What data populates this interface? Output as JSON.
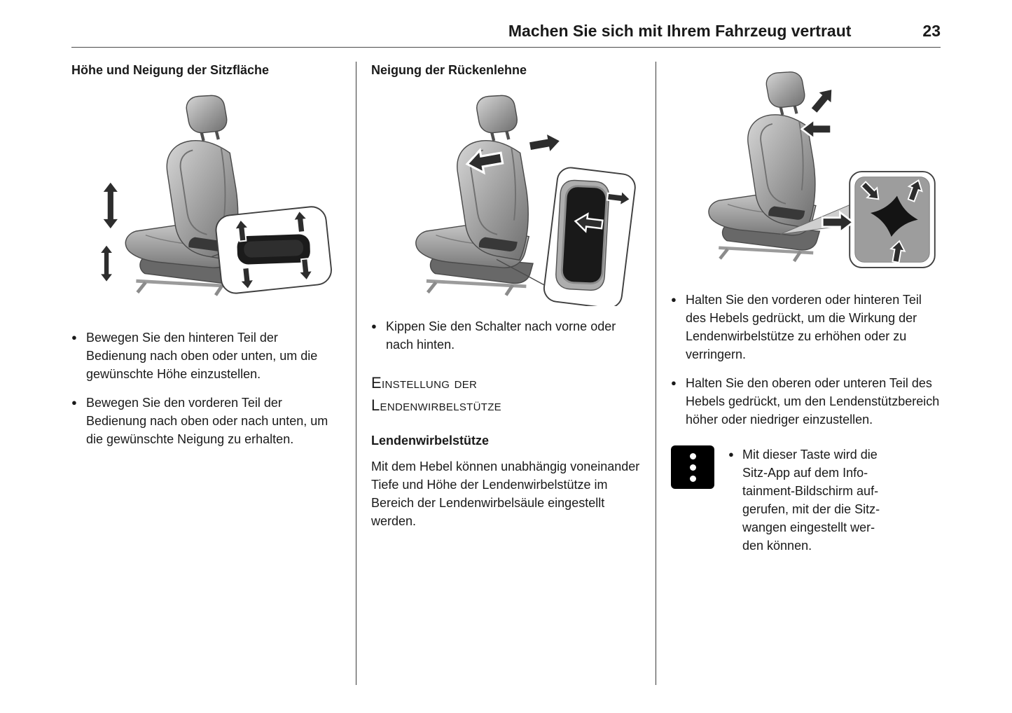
{
  "glyphs": {
    "bullet": "●"
  },
  "colors": {
    "text": "#1a1a1a",
    "divider": "#3a3a3a",
    "app_button_bg": "#000000",
    "app_button_dots": "#ffffff"
  },
  "header": {
    "title": "Machen Sie sich mit Ihrem Fahrzeug vertraut",
    "page_number": "23"
  },
  "col1": {
    "heading": "Höhe und Neigung der Sitzfläche",
    "figure": "seat-side-view-with-height-tilt-arrows-and-control-callout",
    "bullets": [
      "Bewegen Sie den hinteren Teil der Bedienung nach oben oder unten, um die gewünschte Höhe einzustellen.",
      "Bewegen Sie den vorderen Teil der Bedienung nach oben oder nach unten, um die gewünschte Neigung zu erhalten."
    ]
  },
  "col2": {
    "heading": "Neigung der Rückenlehne",
    "figure": "seat-side-view-with-backrest-tilt-arrows-and-panel-callout",
    "bullets": [
      "Kippen Sie den Schalter nach vorne oder nach hinten."
    ],
    "section_heading_line1": "Einstellung der",
    "section_heading_line2": "Lendenwirbelstütze",
    "subheading": "Lendenwirbelstütze",
    "paragraph": "Mit dem Hebel können unabhängig voneinander Tiefe und Höhe der Lendenwirbelstütze im Bereich der Lendenwirbelsäule eingestellt werden."
  },
  "col3": {
    "figure": "seat-side-view-with-lumbar-arrows-and-four-way-control-callout",
    "bullets": [
      "Halten Sie den vorderen oder hinteren Teil des Hebels gedrückt, um die Wirkung der Lendenwirbelstütze zu erhöhen oder zu verringern.",
      "Halten Sie den oberen oder unteren Teil des Hebels gedrückt, um den Lendenstützbereich höher oder niedriger einzustellen."
    ],
    "app_button": {
      "icon": "seat-app-button-icon",
      "text": "Mit dieser Taste wird die\nSitz-App auf dem Info-\ntainment-Bildschirm auf-\ngerufen, mit der die Sitz-\nwangen eingestellt wer-\nden können."
    }
  }
}
